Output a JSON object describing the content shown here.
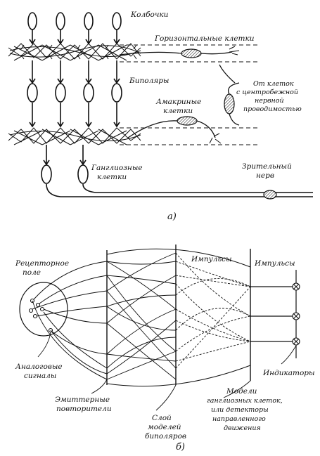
{
  "panel_a": {
    "label": "а)",
    "cones": "Колбочки",
    "horizontal_cells": "Горизонтальные клетки",
    "bipolars": "Биполяры",
    "amacrine_1": "Амакриные",
    "amacrine_2": "клетки",
    "centrifugal_1": "От клеток",
    "centrifugal_2": "с центробежной",
    "centrifugal_3": "нервной",
    "centrifugal_4": "проводимостью",
    "ganglion_1": "Ганглиозные",
    "ganglion_2": "клетки",
    "optic_1": "Зрительный",
    "optic_2": "нерв"
  },
  "panel_b": {
    "label": "б)",
    "receptive_1": "Рецепторное",
    "receptive_2": "поле",
    "analog_1": "Аналоговые",
    "analog_2": "сигналы",
    "emitter_1": "Эмиттерные",
    "emitter_2": "повторители",
    "impulses_1": "Импульсы",
    "impulses_2": "Импульсы",
    "layer_1": "Слой",
    "layer_2": "моделей",
    "layer_3": "биполяров",
    "models_1": "Модели",
    "models_2": "ганглиозных клеток,",
    "models_3": "или детекторы",
    "models_4": "направленного",
    "models_5": "движения",
    "indicators": "Индикаторы"
  }
}
